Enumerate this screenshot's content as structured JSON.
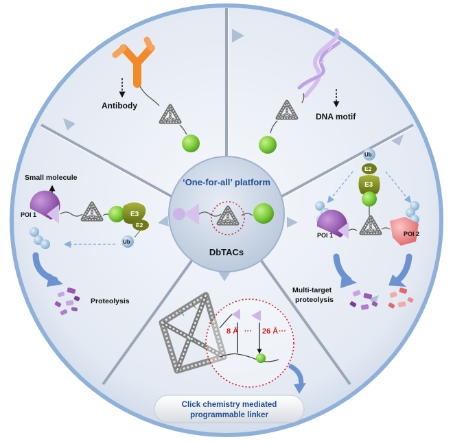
{
  "center": {
    "title": "‘One-for-all’ platform",
    "name": "DbTACs"
  },
  "sectors": {
    "antibody": {
      "label": "Antibody"
    },
    "dna_motif": {
      "label": "DNA motif"
    },
    "small_molecule": {
      "label": "Small molecule",
      "poi": "POI 1",
      "e3": "E3",
      "e2": "E2",
      "ub": "Ub",
      "result": "Proteolysis"
    },
    "multi_target": {
      "ub": "Ub",
      "e2": "E2",
      "e3": "E3",
      "poi1": "POI 1",
      "poi2": "POI 2",
      "result_line1": "Multi-target",
      "result_line2": "proteolysis"
    },
    "linker": {
      "dist1": "8 Å",
      "dist2": "26 Å",
      "dots": "···",
      "caption_line1": "Click chemistry mediated",
      "caption_line2": "programmable linker"
    }
  },
  "colors": {
    "ring_outer": "#8fb0d8",
    "sector_fill": "#e9eef5",
    "center_fill": "#c9d5e4",
    "antibody": "#f28a2a",
    "ligand_purple": "#cdb6e6",
    "ligand_sphere": "#7ccd3a",
    "poi_dark": "#9a58b3",
    "poi_pink": "#f08a8a",
    "e3_olive": "#7e8a1d",
    "ub_blue": "#9ec3e3",
    "arrow_blue": "#6c93cf",
    "dist_red": "#d11a1a"
  }
}
